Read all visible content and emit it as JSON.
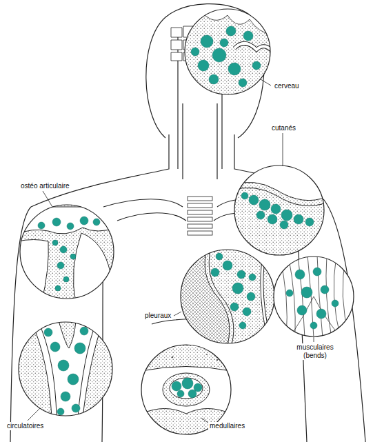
{
  "diagram": {
    "labels": [
      "cerveau",
      "cutanés",
      "ostéo articulaire",
      "pleuraux",
      "musculaires (bends)",
      "circulatoires",
      "medullaires"
    ]
  }
}
